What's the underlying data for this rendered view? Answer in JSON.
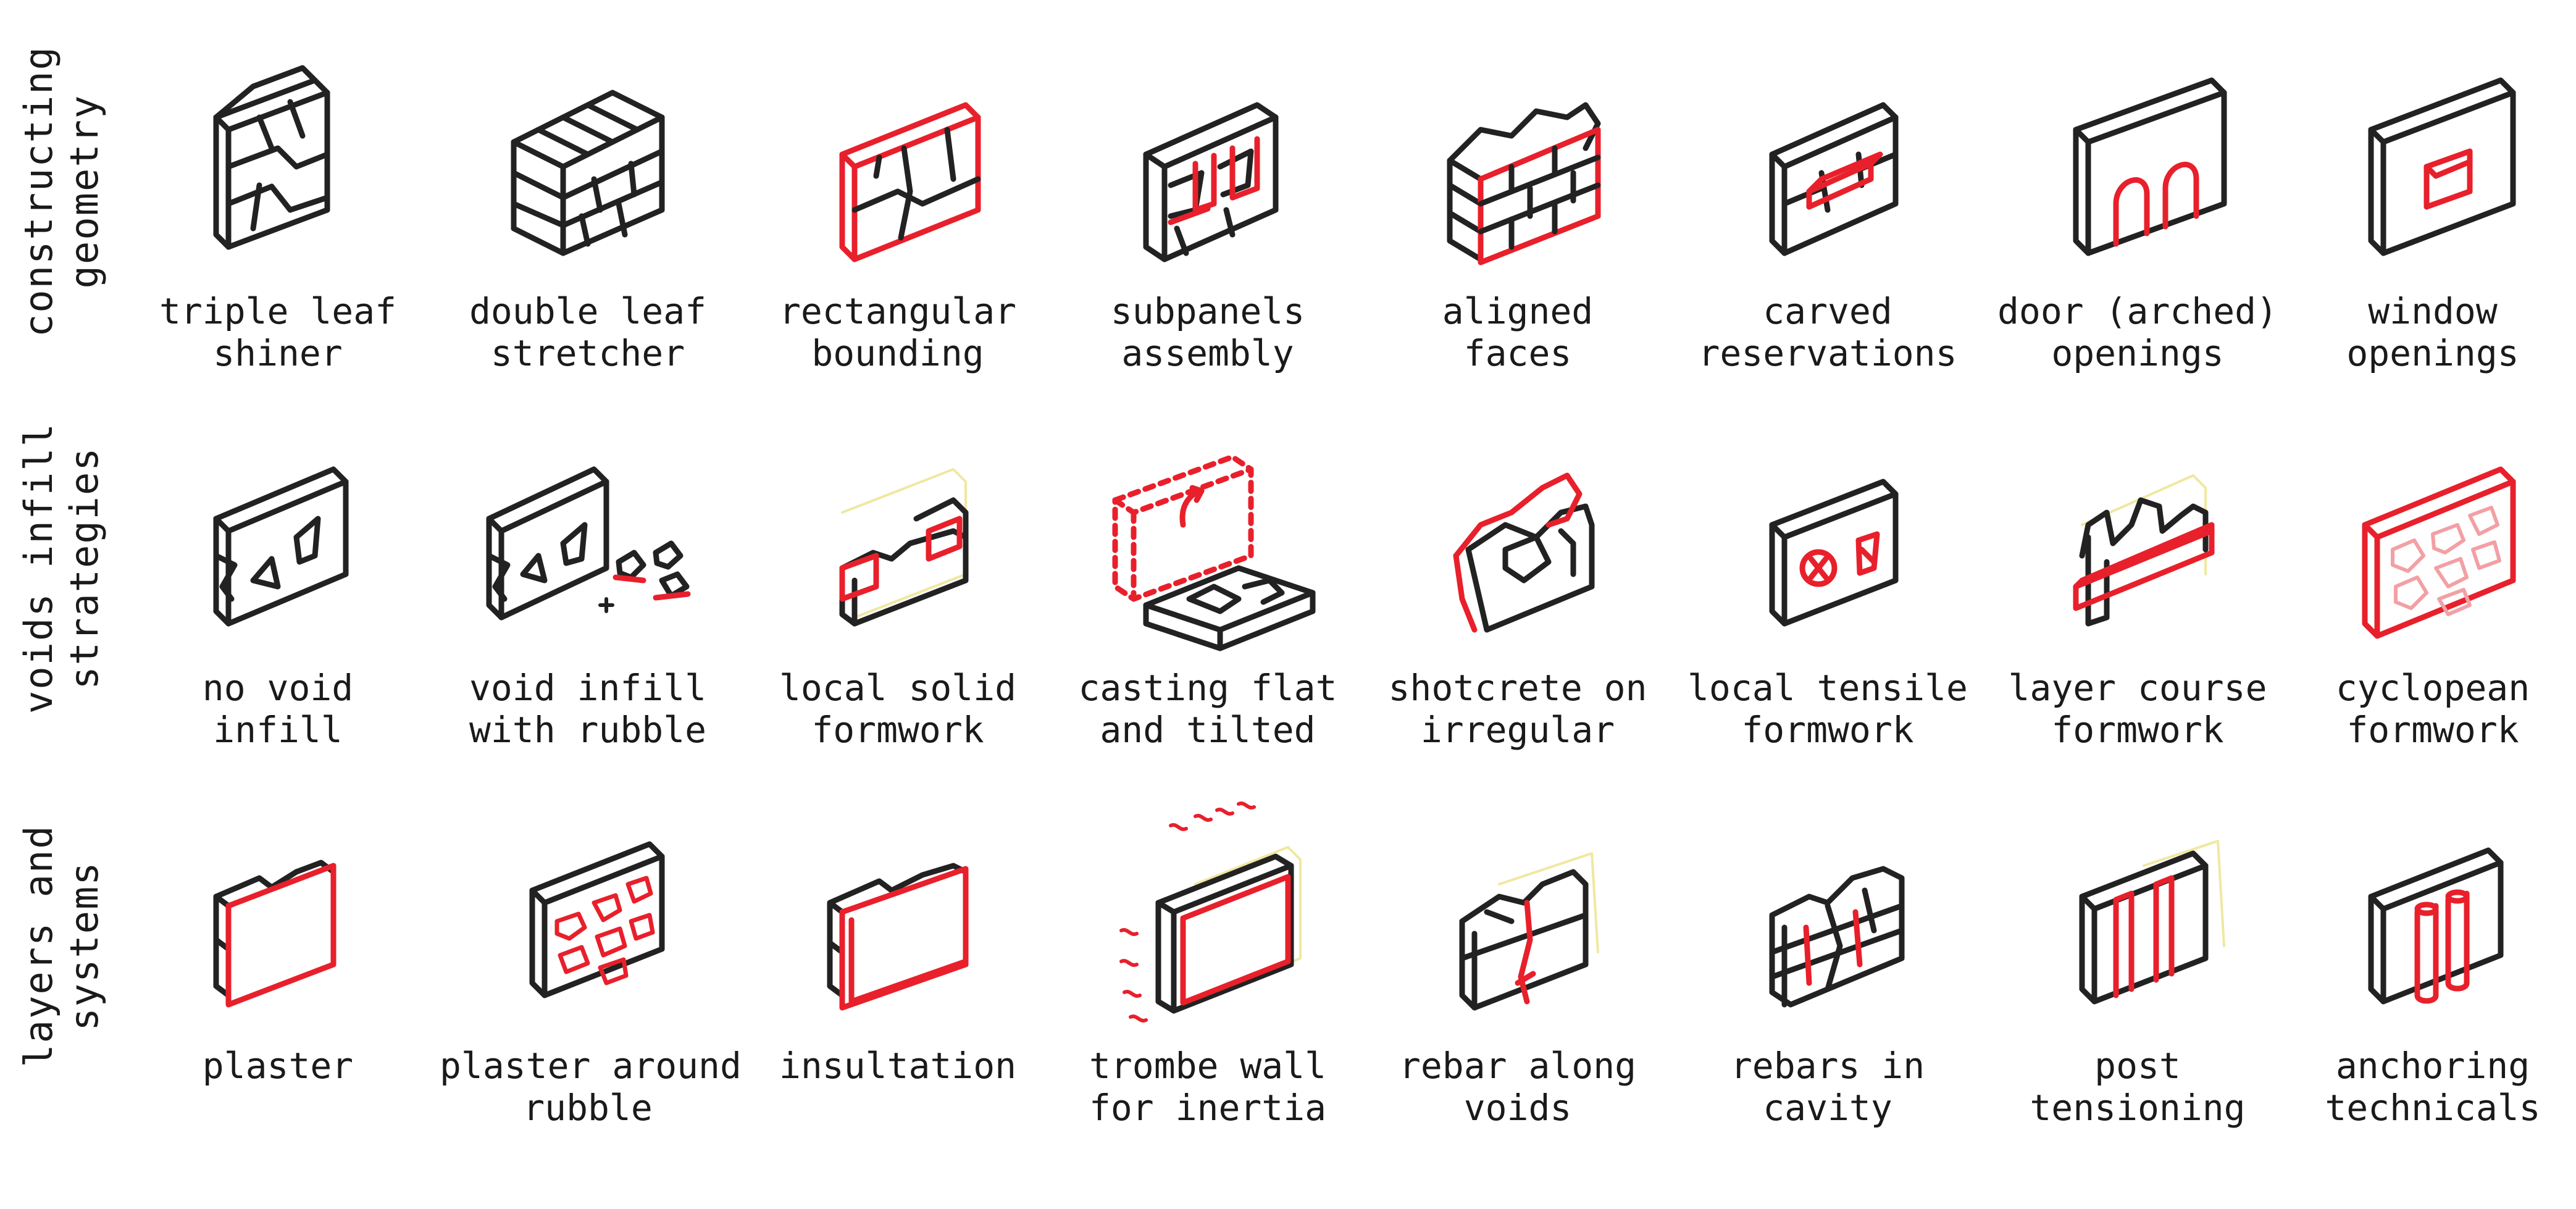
{
  "colors": {
    "ink": "#222222",
    "accent": "#e8202b",
    "pale": "#efe8a0",
    "paper": "#ffffff"
  },
  "rows": [
    {
      "title": [
        "constructing",
        "geometry"
      ],
      "items": [
        {
          "label": [
            "triple leaf",
            "shiner"
          ],
          "icon": "triple-leaf-wall-icon"
        },
        {
          "label": [
            "double leaf",
            "stretcher"
          ],
          "icon": "double-leaf-wall-icon"
        },
        {
          "label": [
            "rectangular",
            "bounding"
          ],
          "icon": "rectangular-bounding-icon"
        },
        {
          "label": [
            "subpanels",
            "assembly"
          ],
          "icon": "subpanels-assembly-icon"
        },
        {
          "label": [
            "aligned",
            "faces"
          ],
          "icon": "aligned-faces-icon"
        },
        {
          "label": [
            "carved",
            "reservations"
          ],
          "icon": "carved-reservations-icon"
        },
        {
          "label": [
            "door (arched)",
            "openings"
          ],
          "icon": "arched-door-openings-icon"
        },
        {
          "label": [
            "window",
            "openings"
          ],
          "icon": "window-openings-icon"
        }
      ]
    },
    {
      "title": [
        "voids infill",
        "strategies"
      ],
      "items": [
        {
          "label": [
            "no void",
            "infill"
          ],
          "icon": "no-void-infill-icon"
        },
        {
          "label": [
            "void infill",
            "with rubble"
          ],
          "icon": "void-infill-rubble-icon"
        },
        {
          "label": [
            "local solid",
            "formwork"
          ],
          "icon": "local-solid-formwork-icon"
        },
        {
          "label": [
            "casting flat",
            "and tilted"
          ],
          "icon": "casting-flat-tilted-icon"
        },
        {
          "label": [
            "shotcrete on",
            "irregular"
          ],
          "icon": "shotcrete-irregular-icon"
        },
        {
          "label": [
            "local tensile",
            "formwork"
          ],
          "icon": "local-tensile-formwork-icon"
        },
        {
          "label": [
            "layer course",
            "formwork"
          ],
          "icon": "layer-course-formwork-icon"
        },
        {
          "label": [
            "cyclopean",
            "formwork"
          ],
          "icon": "cyclopean-formwork-icon"
        }
      ]
    },
    {
      "title": [
        "layers and",
        "systems"
      ],
      "items": [
        {
          "label": [
            "plaster",
            ""
          ],
          "icon": "plaster-icon"
        },
        {
          "label": [
            "plaster around",
            "rubble"
          ],
          "icon": "plaster-around-rubble-icon"
        },
        {
          "label": [
            "insultation",
            ""
          ],
          "icon": "insulation-icon"
        },
        {
          "label": [
            "trombe wall",
            "for inertia"
          ],
          "icon": "trombe-wall-icon"
        },
        {
          "label": [
            "rebar along",
            "voids"
          ],
          "icon": "rebar-along-voids-icon"
        },
        {
          "label": [
            "rebars in",
            "cavity"
          ],
          "icon": "rebars-in-cavity-icon"
        },
        {
          "label": [
            "post",
            "tensioning"
          ],
          "icon": "post-tensioning-icon"
        },
        {
          "label": [
            "anchoring",
            "technicals"
          ],
          "icon": "anchoring-technicals-icon"
        }
      ]
    }
  ]
}
